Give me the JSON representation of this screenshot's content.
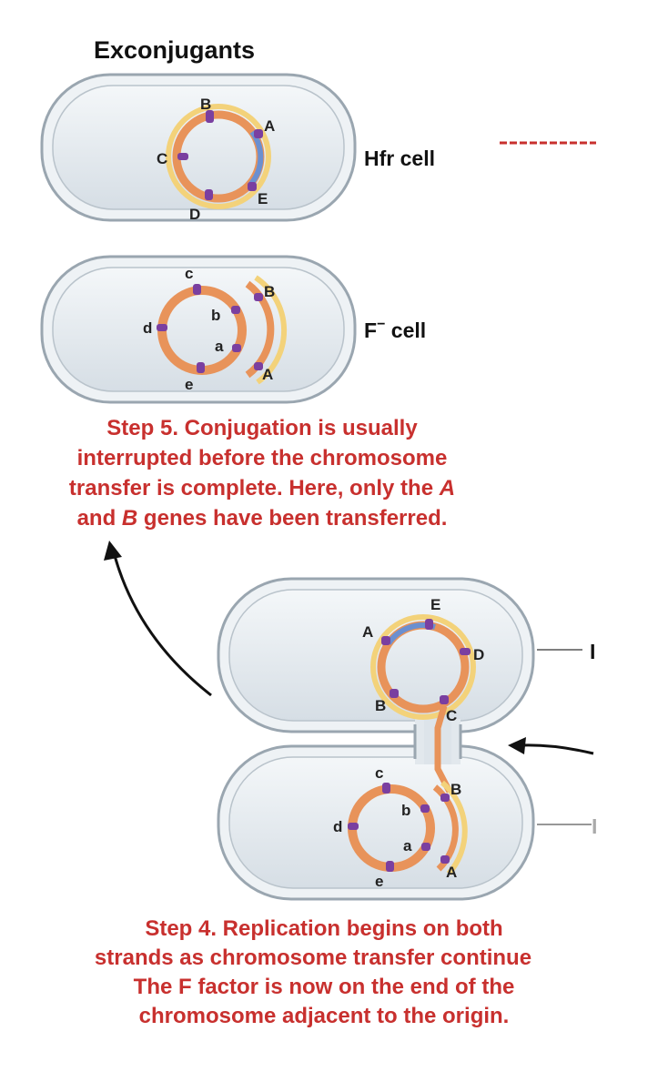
{
  "title": "Exconjugants",
  "cells": {
    "hfr_label": "Hfr cell",
    "fminus_label_main": "F",
    "fminus_label_sup": "−",
    "fminus_label_suffix": " cell"
  },
  "genes": {
    "upper": [
      "A",
      "B",
      "C",
      "D",
      "E"
    ],
    "lower": [
      "a",
      "b",
      "c",
      "d",
      "e"
    ]
  },
  "step5": {
    "line1": "Step 5. Conjugation is usually",
    "line2": "interrupted before the chromosome",
    "line3": "transfer is complete. Here, only the ",
    "line3_italic": "A",
    "line4_italic": "B",
    "line4": " genes have been transferred.",
    "line4_prefix": "and "
  },
  "step4": {
    "line1": "Step 4. Replication begins on both",
    "line2": "strands as chromosome transfer continue",
    "line3": "The F factor is now on the end of the",
    "line4": "chromosome adjacent to the origin."
  },
  "colors": {
    "caption": "#c8302e",
    "chromosome_orange": "#e8935a",
    "strand_yellow": "#f3d27a",
    "f_factor_blue": "#6b8fd0",
    "marker_purple": "#7a3fa0",
    "cell_fill": "#dde4ea",
    "cell_border": "#9aa6b0"
  },
  "cropped_marks": {
    "right_top": "I",
    "right_bottom": "I"
  }
}
